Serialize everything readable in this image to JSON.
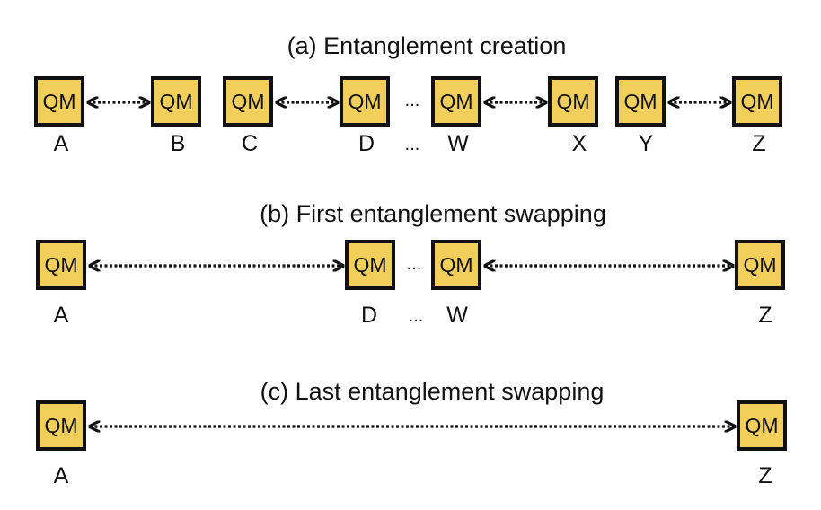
{
  "panels": [
    {
      "title": "(a) Entanglement creation",
      "node_text": "QM",
      "nodes": [
        "A",
        "B",
        "C",
        "D",
        "W",
        "X",
        "Y",
        "Z"
      ],
      "links": [
        [
          "A",
          "B"
        ],
        [
          "C",
          "D"
        ],
        [
          "W",
          "X"
        ],
        [
          "Y",
          "Z"
        ]
      ],
      "ellipsis": "..."
    },
    {
      "title": "(b) First entanglement swapping",
      "node_text": "QM",
      "nodes": [
        "A",
        "D",
        "W",
        "Z"
      ],
      "links": [
        [
          "A",
          "D"
        ],
        [
          "W",
          "Z"
        ]
      ],
      "ellipsis": "..."
    },
    {
      "title": "(c) Last entanglement swapping",
      "node_text": "QM",
      "nodes": [
        "A",
        "Z"
      ],
      "links": [
        [
          "A",
          "Z"
        ]
      ]
    }
  ],
  "colors": {
    "memory_fill": "#f2cf5b",
    "border": "#111111"
  }
}
